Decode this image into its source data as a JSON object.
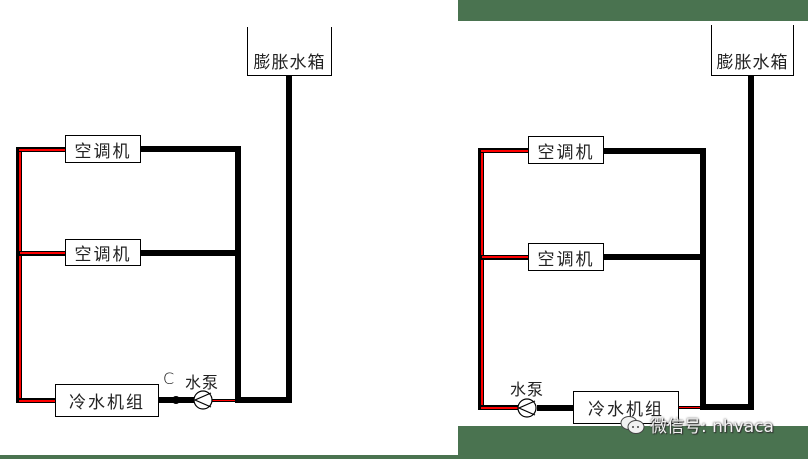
{
  "colors": {
    "pipe": "#000000",
    "supply_line": "#ff0000",
    "banner": "#4a7350",
    "background": "#ffffff"
  },
  "diagrams": [
    {
      "name": "left",
      "expansion_tank": {
        "label": "膨胀水箱"
      },
      "units": [
        {
          "label": "空调机"
        },
        {
          "label": "空调机"
        }
      ],
      "chiller": {
        "label": "冷水机组"
      },
      "pump": {
        "label": "水泵",
        "note": "C"
      }
    },
    {
      "name": "right",
      "expansion_tank": {
        "label": "膨胀水箱"
      },
      "units": [
        {
          "label": "空调机"
        },
        {
          "label": "空调机"
        }
      ],
      "chiller": {
        "label": "冷水机组"
      },
      "pump": {
        "label": "水泵"
      }
    }
  ],
  "watermark": {
    "text": "微信号: nhvaca",
    "icon": "wechat-icon"
  }
}
